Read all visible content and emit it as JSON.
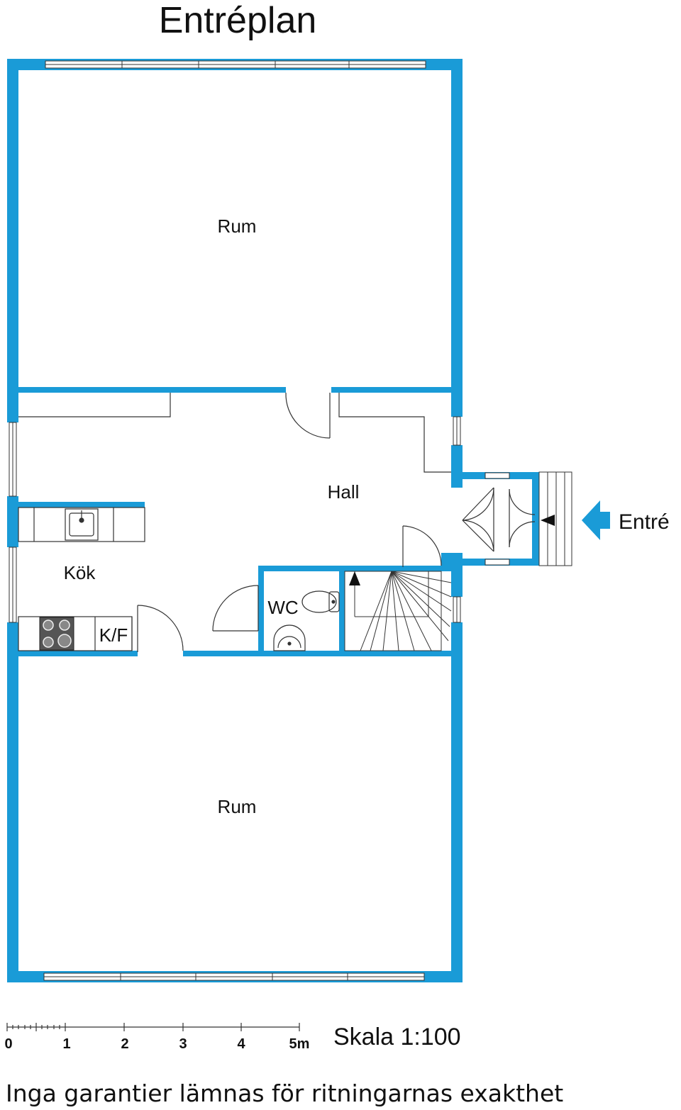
{
  "title": "Entréplan",
  "rooms": {
    "rum_top": "Rum",
    "hall": "Hall",
    "kok": "Kök",
    "kf": "K/F",
    "wc": "WC",
    "rum_bottom": "Rum"
  },
  "entrance": {
    "label": "Entré",
    "icon": "entrance-arrow-icon"
  },
  "scale": {
    "ticks": [
      "0",
      "1",
      "2",
      "3",
      "4",
      "5m"
    ],
    "label": "Skala 1:100"
  },
  "disclaimer": "Inga garantier lämnas för ritningarnas exakthet",
  "colors": {
    "wall": "#1a9bd7",
    "line": "#222222",
    "background": "#ffffff"
  }
}
